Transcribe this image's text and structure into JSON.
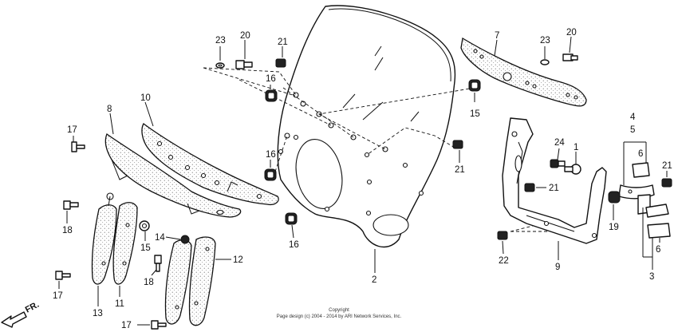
{
  "diagram": {
    "labels": [
      {
        "id": "p23a",
        "text": "23"
      },
      {
        "id": "p20a",
        "text": "20"
      },
      {
        "id": "p21a",
        "text": "21"
      },
      {
        "id": "p7",
        "text": "7"
      },
      {
        "id": "p23b",
        "text": "23"
      },
      {
        "id": "p20b",
        "text": "20"
      },
      {
        "id": "p16a",
        "text": "16"
      },
      {
        "id": "p10",
        "text": "10"
      },
      {
        "id": "p8",
        "text": "8"
      },
      {
        "id": "p15a",
        "text": "15"
      },
      {
        "id": "p17a",
        "text": "17"
      },
      {
        "id": "p4",
        "text": "4"
      },
      {
        "id": "p5",
        "text": "5"
      },
      {
        "id": "p24",
        "text": "24"
      },
      {
        "id": "p1",
        "text": "1"
      },
      {
        "id": "p6a",
        "text": "6"
      },
      {
        "id": "p21b",
        "text": "21"
      },
      {
        "id": "p16b",
        "text": "16"
      },
      {
        "id": "p21c",
        "text": "21"
      },
      {
        "id": "p21d",
        "text": "21"
      },
      {
        "id": "p18a",
        "text": "18"
      },
      {
        "id": "p15b",
        "text": "15"
      },
      {
        "id": "p16c",
        "text": "16"
      },
      {
        "id": "p19",
        "text": "19"
      },
      {
        "id": "p14",
        "text": "14"
      },
      {
        "id": "p12",
        "text": "12"
      },
      {
        "id": "p6b",
        "text": "6"
      },
      {
        "id": "p22",
        "text": "22"
      },
      {
        "id": "p9",
        "text": "9"
      },
      {
        "id": "p18b",
        "text": "18"
      },
      {
        "id": "p2",
        "text": "2"
      },
      {
        "id": "p3",
        "text": "3"
      },
      {
        "id": "p17b",
        "text": "17"
      },
      {
        "id": "p13",
        "text": "13"
      },
      {
        "id": "p11",
        "text": "11"
      },
      {
        "id": "p17c",
        "text": "17"
      }
    ],
    "copyright_line1": "Copyright",
    "copyright_line2": "Page design (c) 2004 - 2014 by ARI Network Services, Inc.",
    "direction_label": "FR."
  }
}
